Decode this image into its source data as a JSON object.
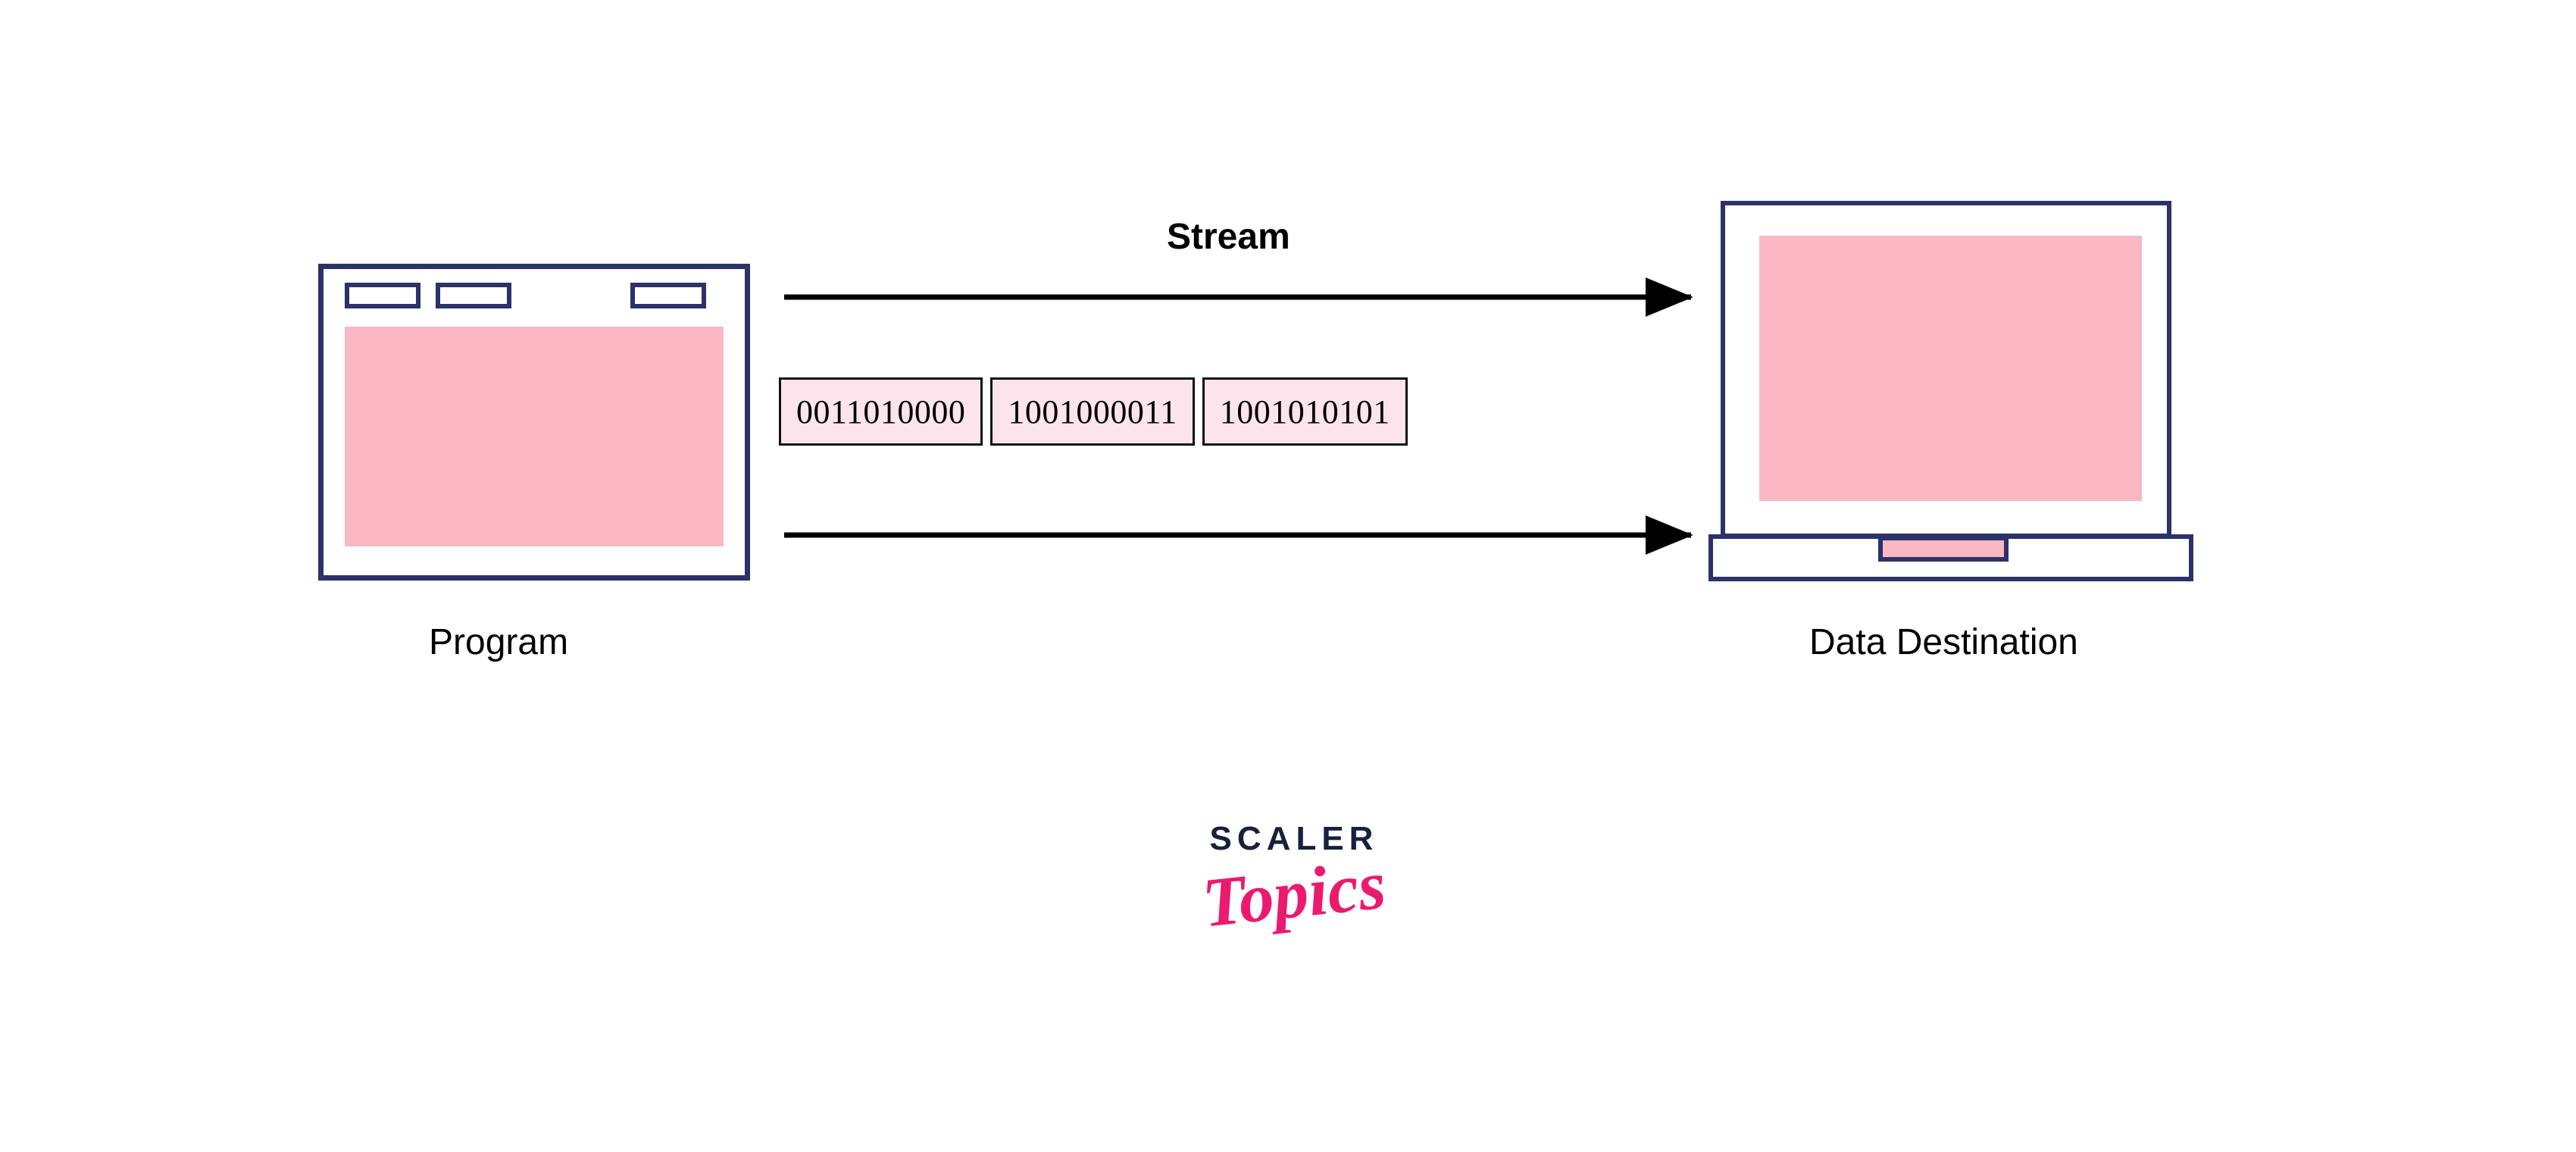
{
  "diagram": {
    "title": "Stream from Program to Data Destination",
    "background_color": "#FFFFFF",
    "colors": {
      "navy_outline": "#2B3268",
      "pink_fill": "#F9B8C4",
      "light_pink_fill": "#FCE4EC",
      "arrow_black": "#000000",
      "logo_navy": "#16213E",
      "logo_pink": "#EC1A6F"
    }
  },
  "program": {
    "caption": "Program",
    "toolbar_buttons": [
      "toolbar-box-1",
      "toolbar-box-2",
      "toolbar-box-3"
    ],
    "canvas_label": "program-content-area"
  },
  "stream": {
    "label": "Stream",
    "arrow_top_name": "stream-arrow-top",
    "arrow_bottom_name": "stream-arrow-bottom"
  },
  "packets": [
    {
      "bits": "0011010000"
    },
    {
      "bits": "1001000011"
    },
    {
      "bits": "1001010101"
    }
  ],
  "destination": {
    "caption": "Data Destination",
    "device": "laptop",
    "parts": [
      "laptop-lid",
      "laptop-screen",
      "laptop-base",
      "laptop-trackpad"
    ]
  },
  "logo": {
    "primary": "SCALER",
    "secondary": "Topics"
  }
}
